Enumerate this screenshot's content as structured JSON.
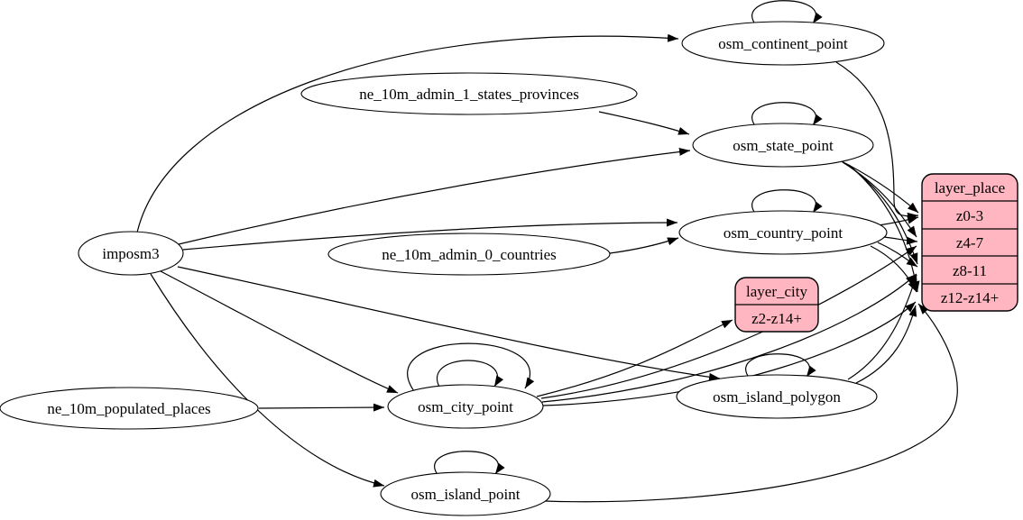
{
  "diagram": {
    "kind": "etl-graph",
    "background_color": "#ffffff",
    "table_node_fill": "#ffffff",
    "layer_node_fill": "#ffb6c1",
    "line_color": "#000000",
    "nodes": {
      "imposm3": {
        "label": "imposm3"
      },
      "ne_10m_admin_1_states_provinces": {
        "label": "ne_10m_admin_1_states_provinces"
      },
      "ne_10m_admin_0_countries": {
        "label": "ne_10m_admin_0_countries"
      },
      "ne_10m_populated_places": {
        "label": "ne_10m_populated_places"
      },
      "osm_continent_point": {
        "label": "osm_continent_point"
      },
      "osm_state_point": {
        "label": "osm_state_point"
      },
      "osm_country_point": {
        "label": "osm_country_point"
      },
      "osm_city_point": {
        "label": "osm_city_point"
      },
      "osm_island_polygon": {
        "label": "osm_island_polygon"
      },
      "osm_island_point": {
        "label": "osm_island_point"
      },
      "layer_city": {
        "title": "layer_city",
        "rows": [
          "z2-z14+"
        ]
      },
      "layer_place": {
        "title": "layer_place",
        "rows": [
          "z0-3",
          "z4-7",
          "z8-11",
          "z12-z14+"
        ]
      }
    },
    "edges": [
      {
        "from": "imposm3",
        "to": "osm_continent_point"
      },
      {
        "from": "imposm3",
        "to": "osm_state_point"
      },
      {
        "from": "imposm3",
        "to": "osm_country_point"
      },
      {
        "from": "imposm3",
        "to": "osm_city_point"
      },
      {
        "from": "imposm3",
        "to": "osm_island_polygon"
      },
      {
        "from": "imposm3",
        "to": "osm_island_point"
      },
      {
        "from": "ne_10m_admin_1_states_provinces",
        "to": "osm_state_point"
      },
      {
        "from": "ne_10m_admin_0_countries",
        "to": "osm_country_point"
      },
      {
        "from": "ne_10m_populated_places",
        "to": "osm_city_point"
      },
      {
        "from": "osm_continent_point",
        "to": "osm_continent_point"
      },
      {
        "from": "osm_state_point",
        "to": "osm_state_point"
      },
      {
        "from": "osm_country_point",
        "to": "osm_country_point"
      },
      {
        "from": "osm_city_point",
        "to": "osm_city_point"
      },
      {
        "from": "osm_city_point",
        "to": "osm_city_point"
      },
      {
        "from": "osm_island_polygon",
        "to": "osm_island_polygon"
      },
      {
        "from": "osm_island_point",
        "to": "osm_island_point"
      },
      {
        "from": "osm_city_point",
        "to": "layer_city:z2-z14+"
      },
      {
        "from": "osm_continent_point",
        "to": "layer_place:z0-3"
      },
      {
        "from": "osm_state_point",
        "to": "layer_place:z0-3"
      },
      {
        "from": "osm_state_point",
        "to": "layer_place:z4-7"
      },
      {
        "from": "osm_state_point",
        "to": "layer_place:z8-11"
      },
      {
        "from": "osm_state_point",
        "to": "layer_place:z12-z14+"
      },
      {
        "from": "osm_country_point",
        "to": "layer_place:z0-3"
      },
      {
        "from": "osm_country_point",
        "to": "layer_place:z4-7"
      },
      {
        "from": "osm_country_point",
        "to": "layer_place:z8-11"
      },
      {
        "from": "osm_country_point",
        "to": "layer_place:z12-z14+"
      },
      {
        "from": "osm_city_point",
        "to": "layer_place:z4-7"
      },
      {
        "from": "osm_city_point",
        "to": "layer_place:z8-11"
      },
      {
        "from": "osm_city_point",
        "to": "layer_place:z12-z14+"
      },
      {
        "from": "osm_island_polygon",
        "to": "layer_place:z8-11"
      },
      {
        "from": "osm_island_polygon",
        "to": "layer_place:z12-z14+"
      },
      {
        "from": "osm_island_point",
        "to": "layer_place:z12-z14+"
      }
    ]
  }
}
